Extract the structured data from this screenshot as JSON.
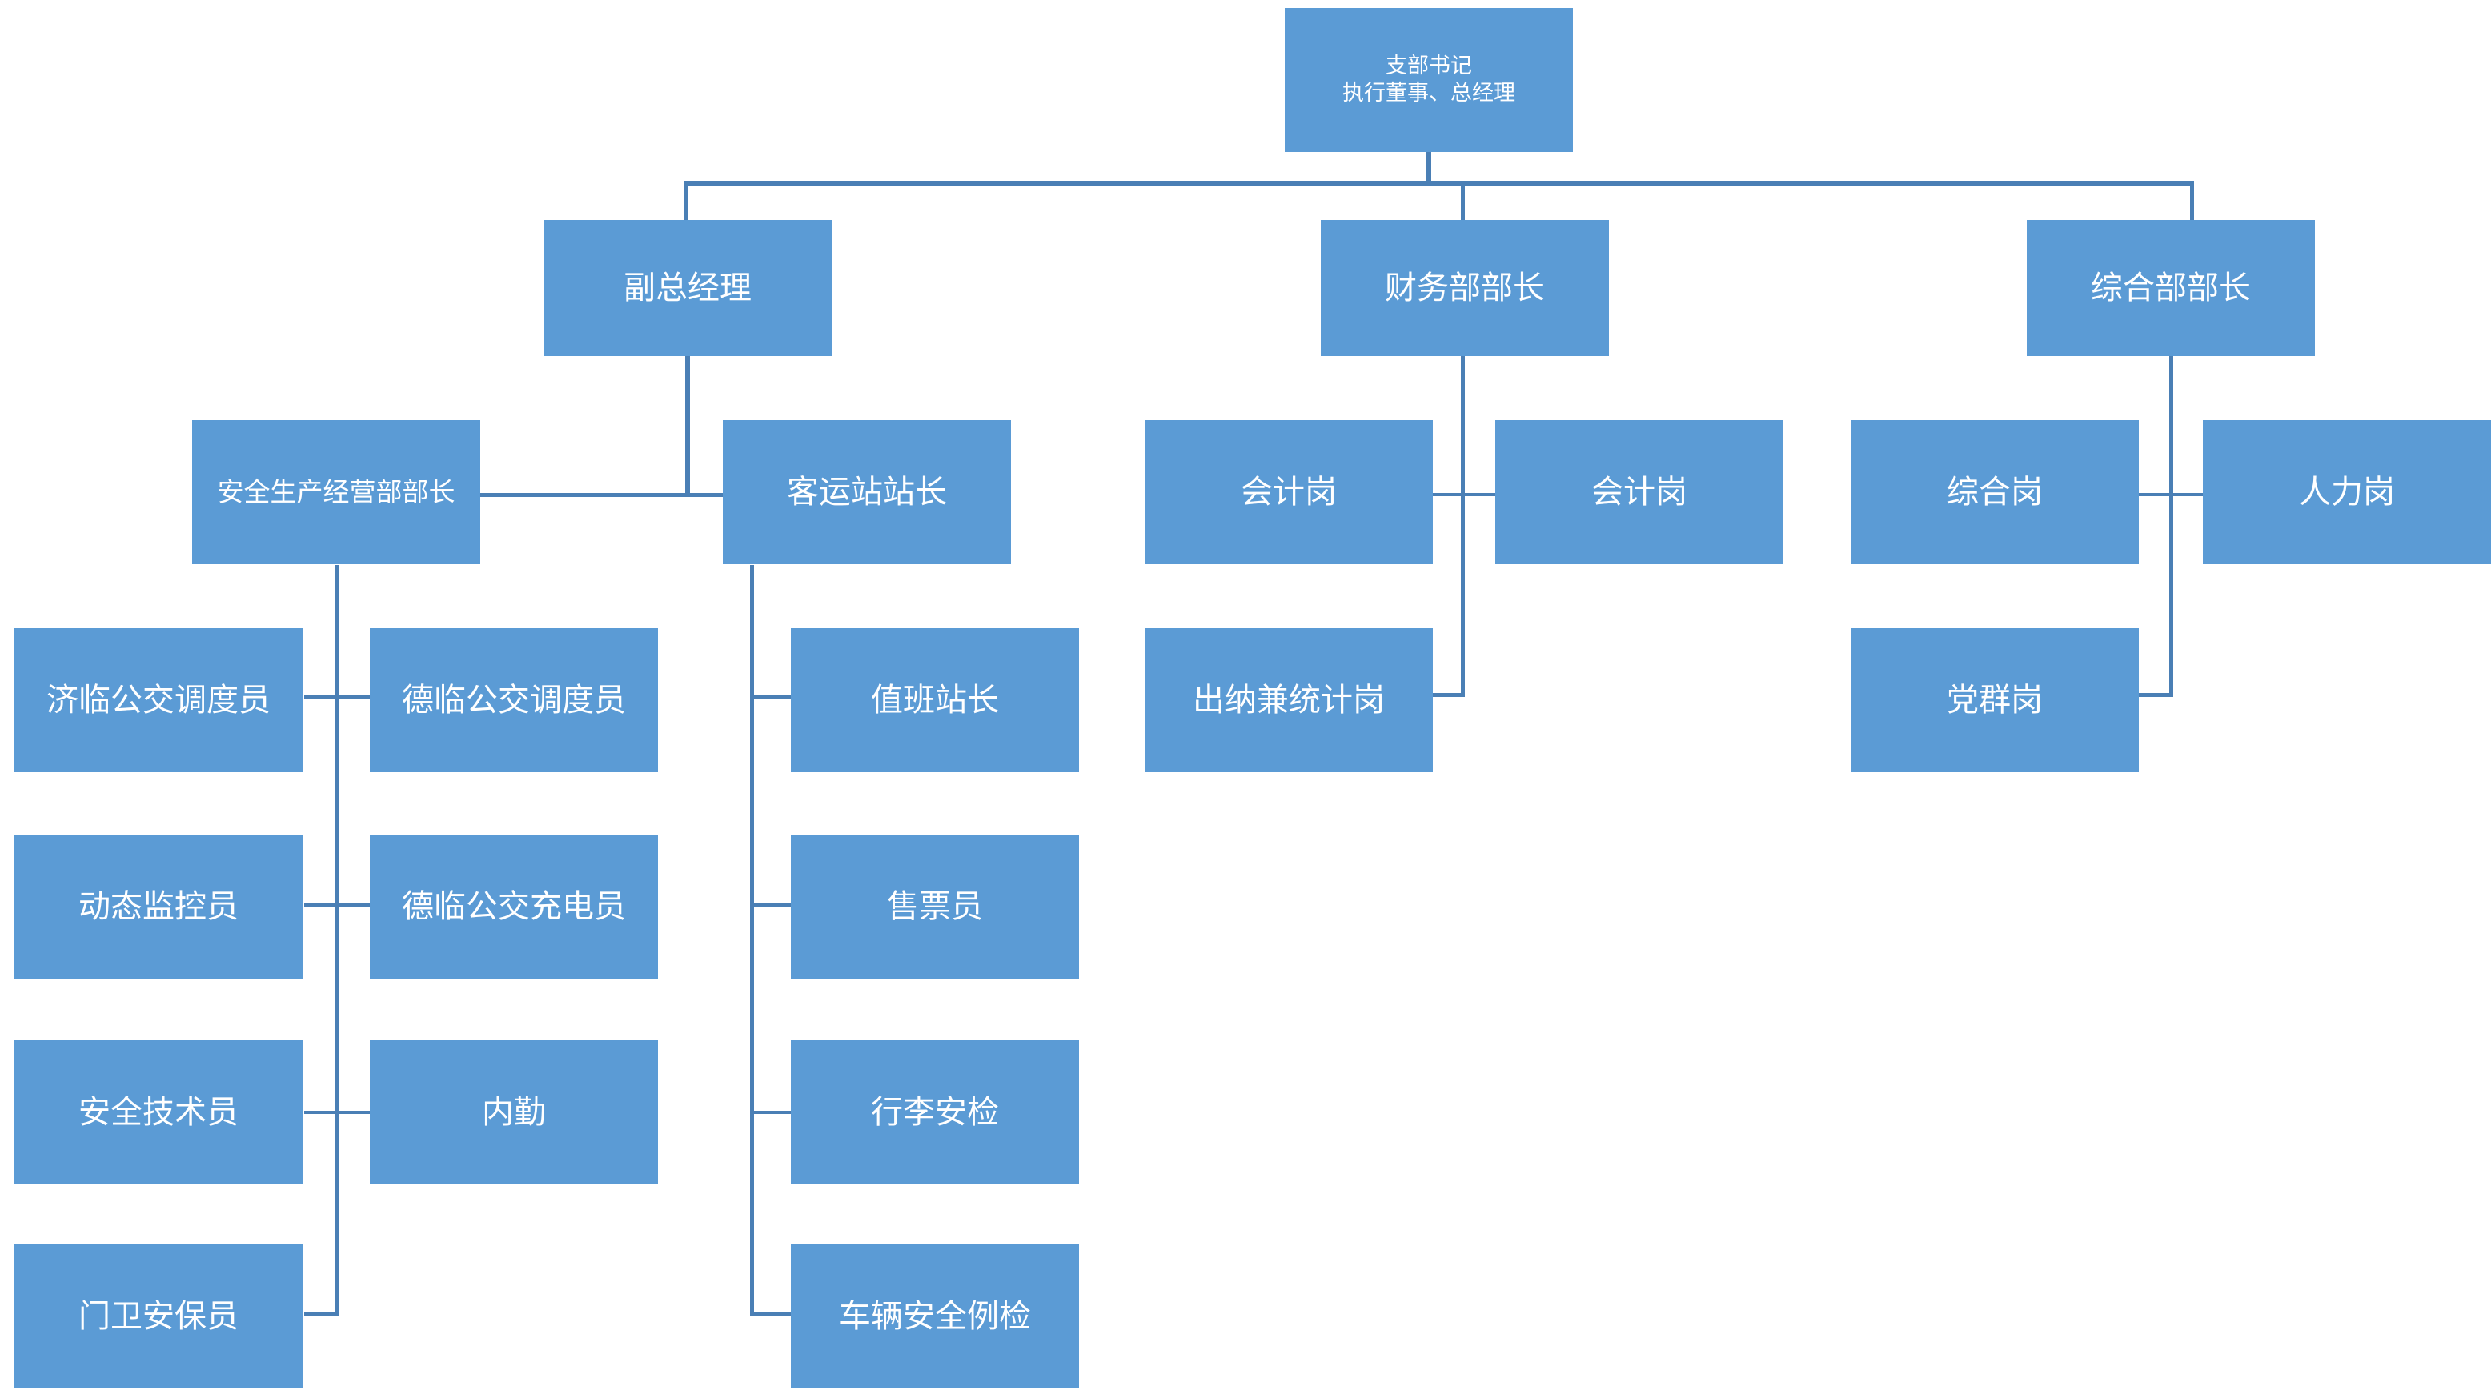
{
  "chart_title": "",
  "theme": {
    "node_fill": "#5B9BD5",
    "node_text": "#FFFFFF",
    "connector": "#4A7FB5",
    "background": "#FFFFFF"
  },
  "org_chart": {
    "type": "org-tree",
    "root": {
      "line1": "支部书记",
      "line2": "执行董事、总经理"
    },
    "level2": [
      {
        "label": "副总经理"
      },
      {
        "label": "财务部部长"
      },
      {
        "label": "综合部部长"
      }
    ],
    "level3": [
      {
        "label": "安全生产经营部部长",
        "parent": "副总经理"
      },
      {
        "label": "客运站站长",
        "parent": "副总经理"
      },
      {
        "label": "会计岗",
        "parent": "财务部部长"
      },
      {
        "label": "会计岗",
        "parent": "财务部部长"
      },
      {
        "label": "出纳兼统计岗",
        "parent": "财务部部长"
      },
      {
        "label": "综合岗",
        "parent": "综合部部长"
      },
      {
        "label": "人力岗",
        "parent": "综合部部长"
      },
      {
        "label": "党群岗",
        "parent": "综合部部长"
      }
    ],
    "safety_dept_staff": [
      {
        "left": "济临公交调度员",
        "right": "德临公交调度员"
      },
      {
        "left": "动态监控员",
        "right": "德临公交充电员"
      },
      {
        "left": "安全技术员",
        "right": "内勤"
      },
      {
        "left": "门卫安保员",
        "right": null
      }
    ],
    "station_staff": [
      {
        "label": "值班站长"
      },
      {
        "label": "售票员"
      },
      {
        "label": "行李安检"
      },
      {
        "label": "车辆安全例检"
      }
    ]
  },
  "nodes": {
    "root_line1": "支部书记",
    "root_line2": "执行董事、总经理",
    "deputy_gm": "副总经理",
    "finance_head": "财务部部长",
    "general_head": "综合部部长",
    "safety_head": "安全生产经营部部长",
    "station_head": "客运站站长",
    "accountant_1": "会计岗",
    "accountant_2": "会计岗",
    "cashier_stats": "出纳兼统计岗",
    "general_post": "综合岗",
    "hr_post": "人力岗",
    "party_post": "党群岗",
    "jilin_dispatcher": "济临公交调度员",
    "delin_dispatcher": "德临公交调度员",
    "dynamic_monitor": "动态监控员",
    "delin_charger": "德临公交充电员",
    "safety_technician": "安全技术员",
    "internal_affairs": "内勤",
    "gate_security": "门卫安保员",
    "duty_station_master": "值班站长",
    "ticket_seller": "售票员",
    "baggage_security": "行李安检",
    "vehicle_inspection": "车辆安全例检"
  }
}
